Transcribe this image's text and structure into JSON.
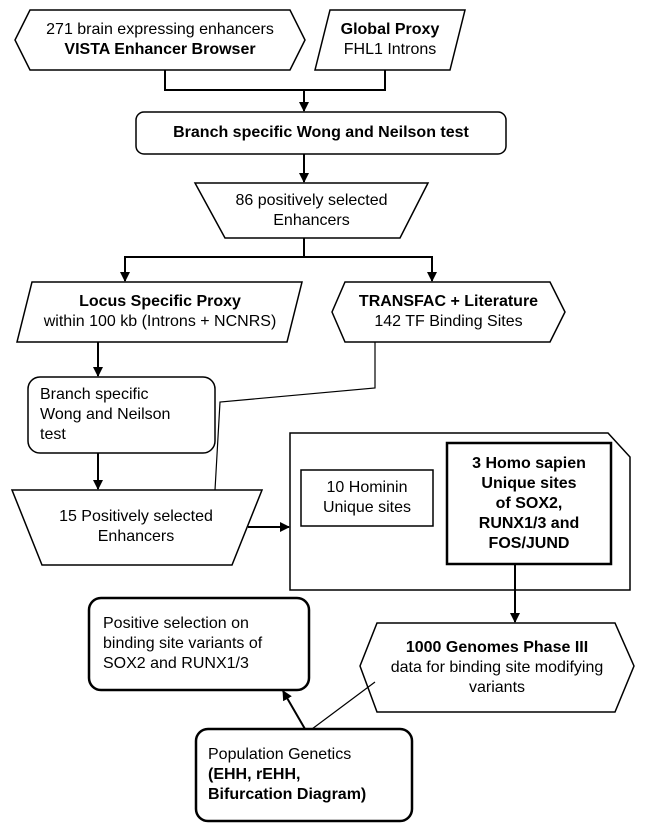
{
  "nodes": {
    "vista": {
      "line1": "271 brain expressing enhancers",
      "line2": "VISTA Enhancer Browser"
    },
    "global_proxy": {
      "line1": "Global Proxy",
      "line2": "FHL1 Introns"
    },
    "branch_test_top": {
      "text": "Branch specific Wong and Neilson test"
    },
    "positively_selected_86": {
      "line1": "86 positively selected",
      "line2": "Enhancers"
    },
    "locus_proxy": {
      "line1": "Locus Specific Proxy",
      "line2": "within 100 kb (Introns + NCNRS)"
    },
    "transfac": {
      "line1": "TRANSFAC + Literature",
      "line2": "142 TF Binding Sites"
    },
    "branch_test_left": {
      "line1": "Branch specific",
      "line2": "Wong and Neilson",
      "line3": "test"
    },
    "positively_selected_15": {
      "line1": "15 Positively selected",
      "line2": "Enhancers"
    },
    "hominin_sites": {
      "line1": "10 Hominin",
      "line2": "Unique sites"
    },
    "homo_sapien_sites": {
      "line1": "3 Homo sapien",
      "line2": "Unique sites",
      "line3": "of SOX2,",
      "line4": "RUNX1/3 and",
      "line5": "FOS/JUND"
    },
    "positive_selection": {
      "line1": "Positive selection on",
      "line2": "binding site variants of",
      "line3": "SOX2 and RUNX1/3"
    },
    "genomes_1000": {
      "line1": "1000 Genomes Phase III",
      "line2": "data for binding site modifying",
      "line3": "variants"
    },
    "population_genetics": {
      "line1": "Population Genetics",
      "line2": "(EHH, rEHH,",
      "line3": "Bifurcation Diagram)"
    }
  }
}
